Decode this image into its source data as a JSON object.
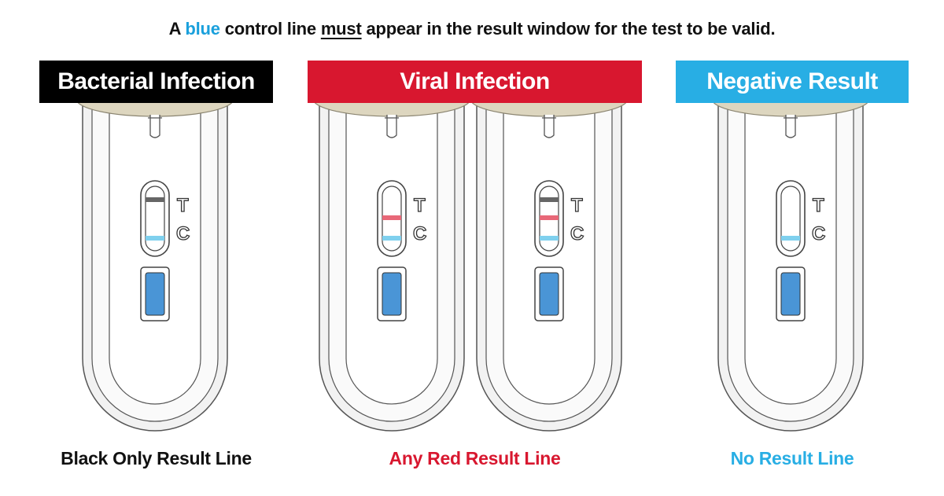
{
  "headline": {
    "before": "A ",
    "blue_word": "blue",
    "middle": " control line ",
    "must_word": "must",
    "after": " appear in the result window for the test to be valid."
  },
  "categories": [
    {
      "banner": "Bacterial Infection",
      "caption": "Black Only Result Line",
      "color": "#000000"
    },
    {
      "banner": "Viral Infection",
      "caption": "Any Red Result Line",
      "color": "#d8172f"
    },
    {
      "banner": "Negative Result",
      "caption": "No Result Line",
      "color": "#28aee4"
    }
  ],
  "window_labels": {
    "test": "T",
    "control": "C"
  },
  "devices": [
    {
      "category": "Bacterial Infection",
      "lines": [
        "black",
        "blue"
      ]
    },
    {
      "category": "Viral Infection",
      "lines": [
        "red",
        "blue"
      ]
    },
    {
      "category": "Viral Infection",
      "lines": [
        "black",
        "red",
        "blue"
      ]
    },
    {
      "category": "Negative Result",
      "lines": [
        "blue"
      ]
    }
  ],
  "colors": {
    "black_line": "#666666",
    "red_line": "#e86878",
    "blue_line": "#7fd0ee",
    "sample_well": "#4a95d6",
    "cap": "#ddd6bf",
    "housing_outline": "#555555",
    "housing_fill": "#f2f2f2"
  }
}
